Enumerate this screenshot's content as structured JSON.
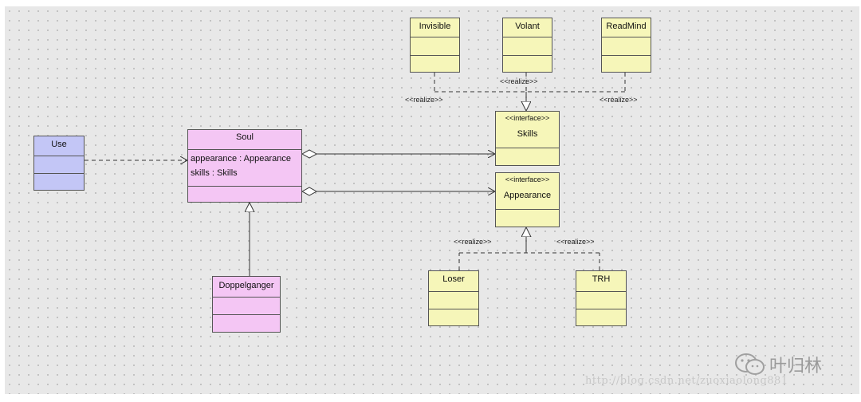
{
  "classes": {
    "invisible": {
      "name": "Invisible"
    },
    "volant": {
      "name": "Volant"
    },
    "readmind": {
      "name": "ReadMind"
    },
    "skills": {
      "stereotype": "<<interface>>",
      "name": "Skills"
    },
    "appearance": {
      "stereotype": "<<interface>>",
      "name": "Appearance"
    },
    "use": {
      "name": "Use"
    },
    "soul": {
      "name": "Soul",
      "attributes": [
        "appearance : Appearance",
        "skills : Skills"
      ]
    },
    "doppelganger": {
      "name": "Doppelganger"
    },
    "loser": {
      "name": "Loser"
    },
    "trh": {
      "name": "TRH"
    }
  },
  "relation_labels": {
    "realize_invisible": "<<realize>>",
    "realize_volant": "<<realize>>",
    "realize_readmind": "<<realize>>",
    "realize_loser": "<<realize>>",
    "realize_trh": "<<realize>>"
  },
  "colors": {
    "interface_fill": "#f6f6b9",
    "soul_fill": "#f4c6f4",
    "use_fill": "#c3c6f6"
  },
  "watermark": {
    "url": "http://blog.csdn.net/zuoxiaolong881",
    "brand": "叶归林"
  }
}
